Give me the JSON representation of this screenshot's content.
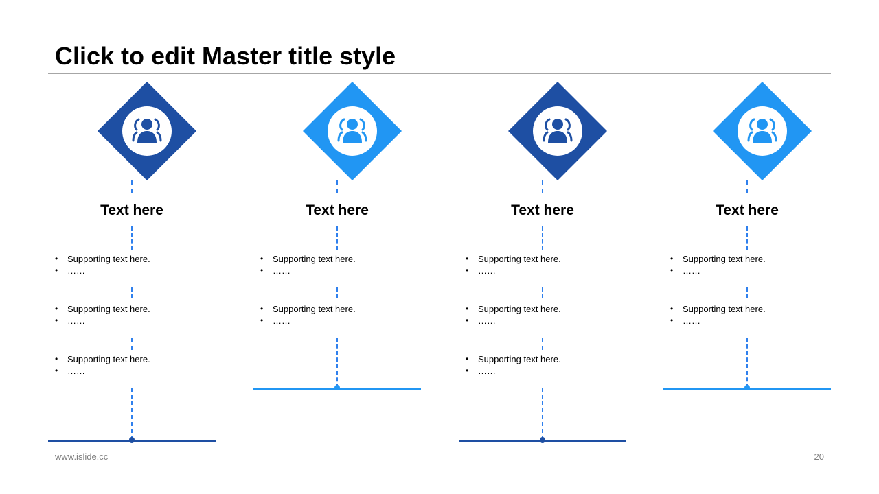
{
  "slide": {
    "title": "Click to edit Master title style",
    "footer_url": "www.islide.cc",
    "page_number": "20"
  },
  "colors": {
    "dark_blue": "#1e4fa3",
    "light_blue": "#2196f3",
    "dashed_line": "#2f80ed"
  },
  "columns": [
    {
      "heading": "Text here",
      "icon": "people-group-icon",
      "color": "dark_blue",
      "blocks": [
        {
          "bullets": [
            "Supporting text here.",
            "……"
          ]
        },
        {
          "bullets": [
            "Supporting text here.",
            "……"
          ]
        },
        {
          "bullets": [
            "Supporting text here.",
            "……"
          ]
        }
      ]
    },
    {
      "heading": "Text here",
      "icon": "people-group-icon",
      "color": "light_blue",
      "blocks": [
        {
          "bullets": [
            "Supporting text here.",
            "……"
          ]
        },
        {
          "bullets": [
            "Supporting text here.",
            "……"
          ]
        }
      ]
    },
    {
      "heading": "Text here",
      "icon": "people-group-icon",
      "color": "dark_blue",
      "blocks": [
        {
          "bullets": [
            "Supporting text here.",
            "……"
          ]
        },
        {
          "bullets": [
            "Supporting text here.",
            "……"
          ]
        },
        {
          "bullets": [
            "Supporting text here.",
            "……"
          ]
        }
      ]
    },
    {
      "heading": "Text here",
      "icon": "people-group-icon",
      "color": "light_blue",
      "blocks": [
        {
          "bullets": [
            "Supporting text here.",
            "……"
          ]
        },
        {
          "bullets": [
            "Supporting text here.",
            "……"
          ]
        }
      ]
    }
  ]
}
